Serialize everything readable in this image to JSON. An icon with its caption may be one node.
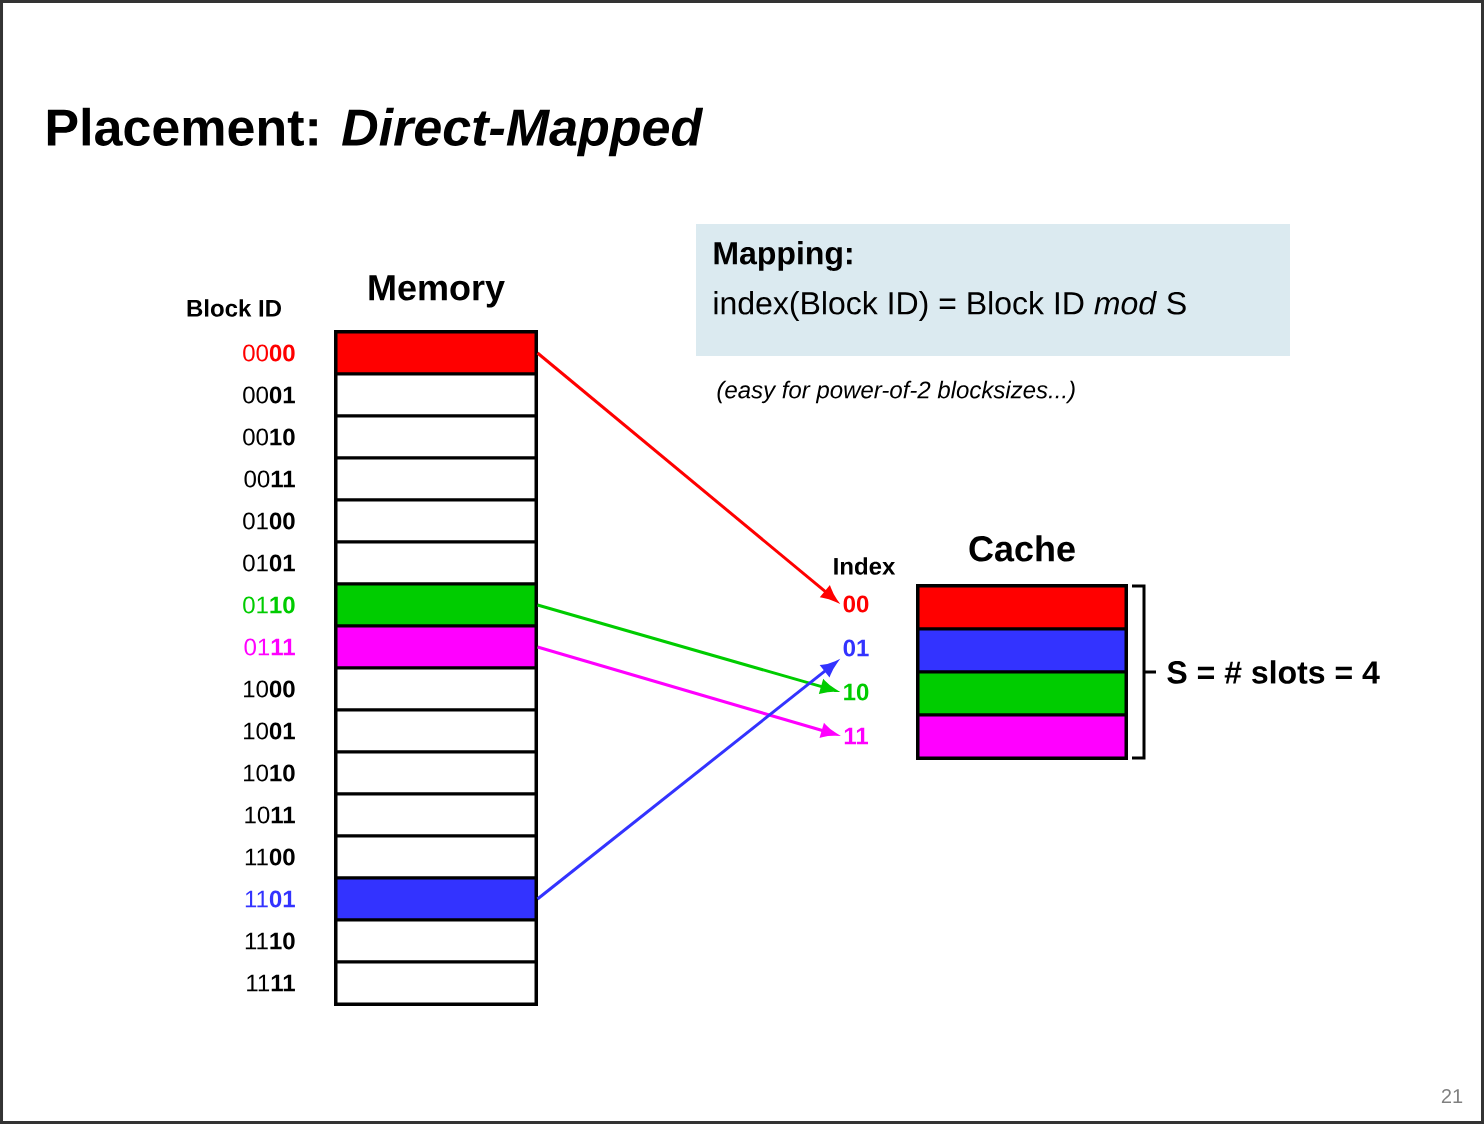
{
  "diagram": {
    "title": "Placement: *Direct-Mapped*",
    "nodes": [
      {
        "text": [
          "Memory"
        ]
      },
      {
        "text": [],
        "shape": "box",
        "in": 0,
        "beside": [
          "00**00**"
        ]
      },
      {
        "text": [],
        "shape": "box",
        "in": 0,
        "beside": [
          "00**01**"
        ]
      },
      {
        "text": [],
        "shape": "box",
        "in": 0,
        "beside": [
          "00**10**"
        ]
      },
      {
        "text": [],
        "shape": "box",
        "in": 0,
        "beside": [
          "00**11**"
        ]
      },
      {
        "text": [],
        "shape": "box",
        "in": 0,
        "beside": [
          "01**00**"
        ]
      },
      {
        "text": [],
        "shape": "box",
        "in": 0,
        "beside": [
          "01**01**"
        ]
      },
      {
        "text": [],
        "shape": "box",
        "in": 0,
        "beside": [
          "01**10**"
        ]
      },
      {
        "text": [],
        "shape": "box",
        "in": 0,
        "beside": [
          "01**11**"
        ]
      },
      {
        "text": [],
        "shape": "box",
        "in": 0,
        "beside": [
          "10**00**"
        ]
      },
      {
        "text": [],
        "shape": "box",
        "in": 0,
        "beside": [
          "10**01**"
        ]
      },
      {
        "text": [],
        "shape": "box",
        "in": 0,
        "beside": [
          "10**10**"
        ]
      },
      {
        "text": [],
        "shape": "box",
        "in": 0,
        "beside": [
          "10**11**"
        ]
      },
      {
        "text": [],
        "shape": "box",
        "in": 0,
        "beside": [
          "11**00**"
        ]
      },
      {
        "text": [],
        "shape": "box",
        "in": 0,
        "beside": [
          "11**01**"
        ]
      },
      {
        "text": [],
        "shape": "box",
        "in": 0,
        "beside": [
          "11**10**"
        ]
      },
      {
        "text": [],
        "shape": "box",
        "in": 0,
        "beside": [
          "11**11**"
        ]
      },
      {
        "text": [
          "Mapping:",
          "index(Block ID) = Block ID *mod* S"
        ]
      },
      {
        "text": [
          "Cache"
        ]
      },
      {
        "text": [],
        "shape": "box",
        "in": 18
      },
      {
        "text": [],
        "shape": "box",
        "in": 18
      },
      {
        "text": [],
        "shape": "box",
        "in": 18
      },
      {
        "text": [],
        "shape": "box",
        "in": 18
      },
      {
        "text": [
          "00"
        ]
      },
      {
        "text": [
          "01"
        ]
      },
      {
        "text": [
          "10"
        ]
      },
      {
        "text": [
          "11"
        ]
      }
    ],
    "edges": [
      {
        "from": 1,
        "to": 23,
        "arrow": "to",
        "color": "#ff0000"
      },
      {
        "from": 7,
        "to": 25,
        "arrow": "to",
        "color": "#00cc00"
      },
      {
        "from": 8,
        "to": 26,
        "arrow": "to",
        "color": "#ff00ff"
      },
      {
        "from": 14,
        "to": 24,
        "arrow": "to",
        "color": "#3333ff"
      }
    ],
    "labels": [
      "Block ID",
      "(easy for power-of-2 blocksizes...)",
      "Index",
      "S = # slots = 4",
      "21"
    ]
  }
}
